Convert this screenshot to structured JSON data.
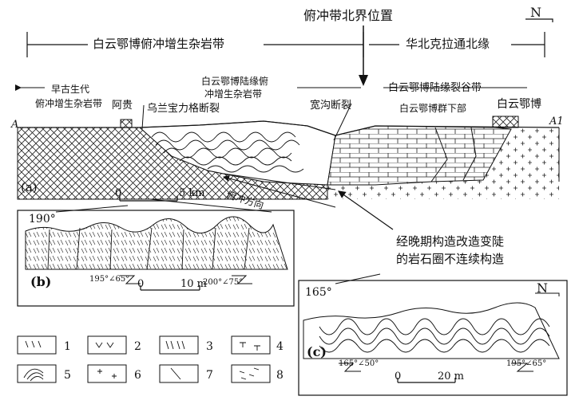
{
  "header": {
    "boundary_label": "俯冲带北界位置",
    "north": "N",
    "zone_left": "白云鄂博俯冲增生杂岩带",
    "zone_right": "华北克拉通北缘"
  },
  "section_a": {
    "panel_label": "(a)",
    "end_left": "A",
    "end_right": "A1",
    "paleo_zone_line1": "早古生代",
    "paleo_zone_line2": "俯冲增生杂岩带",
    "agui": "阿贵",
    "wulan_fault": "乌兰宝力格断裂",
    "margin_complex_line1": "白云鄂博陆缘俯",
    "margin_complex_line2": "冲增生杂岩带",
    "kuangou_fault": "宽沟断裂",
    "rift_zone": "白云鄂博陆缘裂谷带",
    "group_lower": "白云鄂博群下部",
    "bayan": "白云鄂博",
    "scale_zero": "0",
    "scale_label": "5 km",
    "subduction_direction": "俯冲方向"
  },
  "callout": {
    "line1": "经晚期构造改造变陡",
    "line2": "的岩石圈不连续构造"
  },
  "panel_b": {
    "label": "(b)",
    "orientation": "190°",
    "attitude_left": "195°∠65°",
    "attitude_right": "200°∠75°",
    "scale_zero": "0",
    "scale_label": "10 m"
  },
  "panel_c": {
    "label": "(c)",
    "orientation": "165°",
    "north": "N",
    "attitude_left": "165°∠50°",
    "attitude_right": "195°∠65°",
    "scale_zero": "0",
    "scale_label": "20 m"
  },
  "legend": [
    "1",
    "2",
    "3",
    "4",
    "5",
    "6",
    "7",
    "8"
  ]
}
